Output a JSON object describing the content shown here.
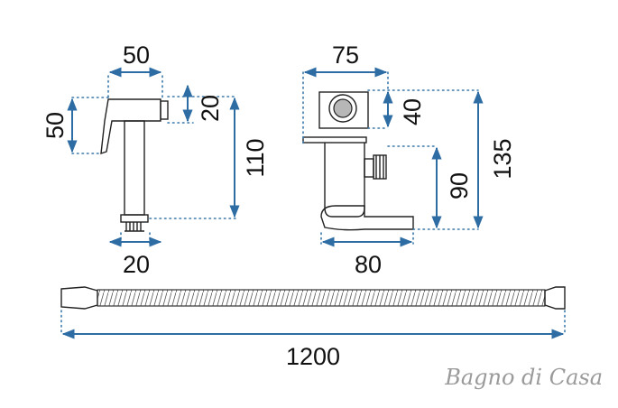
{
  "colors": {
    "dimension_arrow": "#2e6da4",
    "outline": "#222222",
    "text": "#111111",
    "brand": "#9a9a9a"
  },
  "dimensions": {
    "handshower_head_width": "50",
    "handshower_head_height": "50",
    "handshower_holder_height": "20",
    "handshower_total_height": "110",
    "handshower_connector_width": "20",
    "valve_body_width": "75",
    "valve_knob_height": "40",
    "valve_outlet_height": "90",
    "valve_total_height": "135",
    "valve_depth": "80",
    "hose_length": "1200"
  },
  "brand": {
    "logo_text": "Bagno di Casa"
  }
}
